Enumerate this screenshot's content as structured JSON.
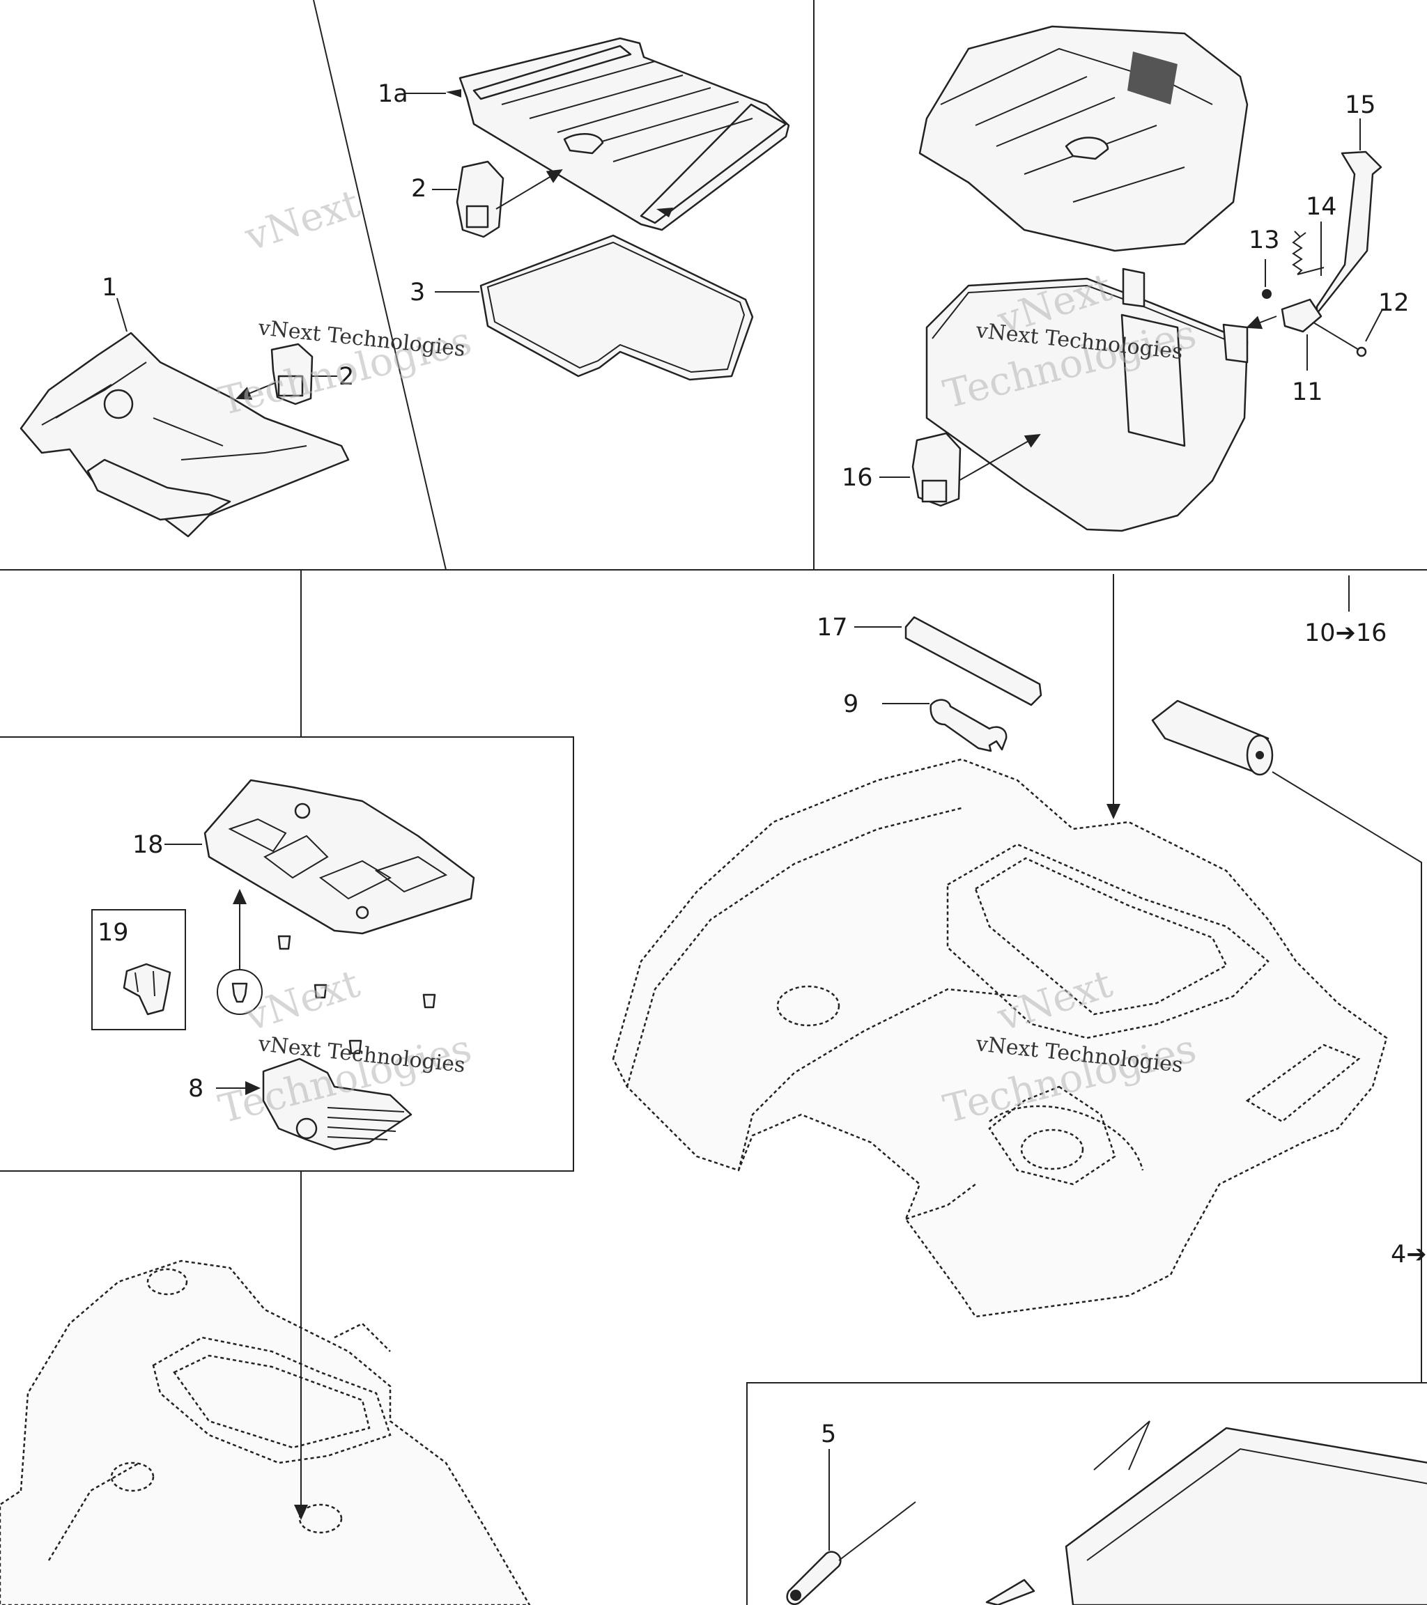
{
  "callouts": {
    "c1a": "1a",
    "c2a": "2",
    "c3": "3",
    "c1": "1",
    "c2b": "2",
    "c15": "15",
    "c14": "14",
    "c13": "13",
    "c12": "12",
    "c11": "11",
    "c16": "16",
    "c17": "17",
    "c9": "9",
    "c10to16": "10➔16",
    "c18": "18",
    "c19": "19",
    "c8": "8",
    "c4": "4➔",
    "c5": "5"
  },
  "watermark": {
    "brand": "vNext",
    "word": "Technologies",
    "company": "vNext Technologies"
  }
}
